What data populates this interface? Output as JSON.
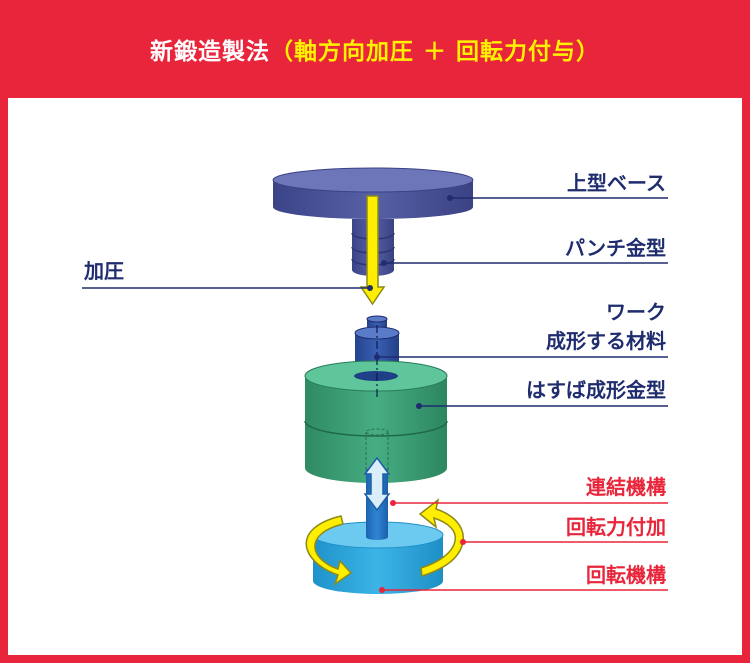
{
  "header": {
    "title_main": "新鍛造製法",
    "title_sub": "（軸方向加圧 ＋ 回転力付与）"
  },
  "labels": {
    "base": "上型ベース",
    "punch": "パンチ金型",
    "press": "加圧",
    "work_line1": "ワーク",
    "work_line2": "成形する材料",
    "die": "はすば成形金型",
    "link": "連結機構",
    "rotate_force": "回転力付加",
    "rotate_mech": "回転機構"
  },
  "colors": {
    "brand_red": "#e8253a",
    "title_yellow": "#fff200",
    "navy": "#1f2c6e",
    "base_purple": "#464f95",
    "die_green": "#3a9b72",
    "rotor_cyan": "#2fa7dc",
    "arrow_yellow": "#ffee00"
  }
}
